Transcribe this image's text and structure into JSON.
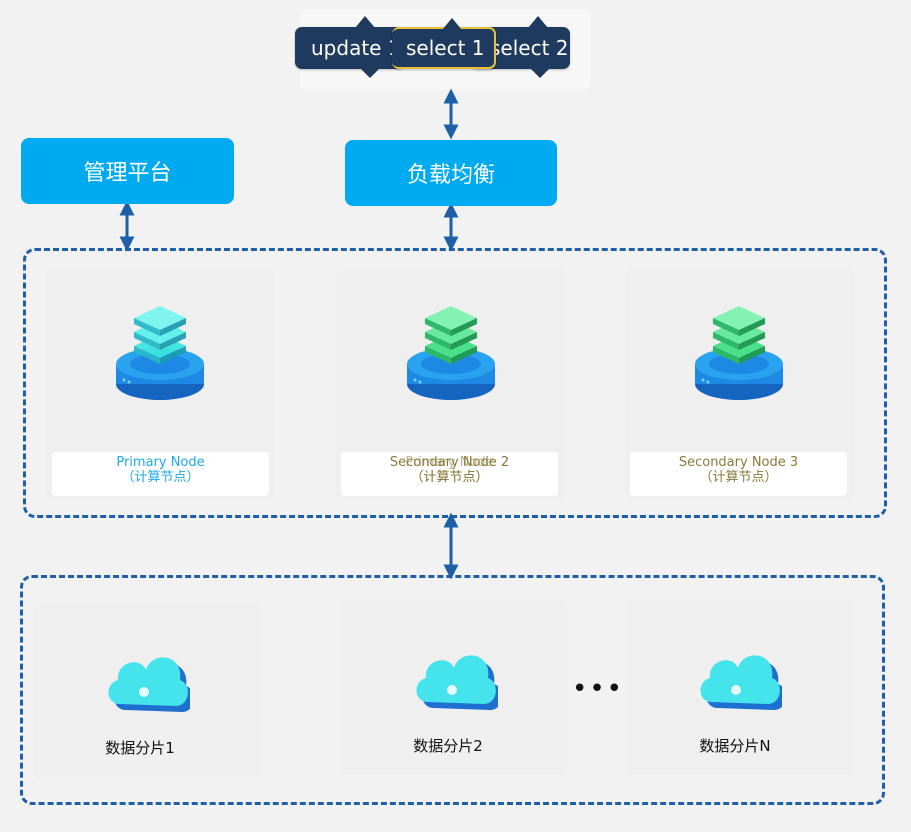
{
  "queries": [
    "update 1",
    "select 1",
    "select 2"
  ],
  "services": {
    "management": "管理平台",
    "load_balancer": "负载均衡"
  },
  "nodes": [
    {
      "name": "Primary Node",
      "role": "（计算节点）",
      "color": "#1fa8e8"
    },
    {
      "name": "Secondary Node 2",
      "role": "（计算节点）",
      "color": "#8a7a3a"
    },
    {
      "name": "Secondary Node 3",
      "role": "（计算节点）",
      "color": "#8a7a3a"
    }
  ],
  "overlap_text": {
    "name": "Primary Node",
    "role": "（计算节点）"
  },
  "shards": [
    "数据分片1",
    "数据分片2",
    "数据分片N"
  ],
  "ellipsis": "•••",
  "colors": {
    "service": "#00aaf0",
    "tag": "#1e3a5f",
    "dashed_border": "#1f5fa8",
    "arrow": "#1f5fa8",
    "node_stack": "#3de6e0",
    "node_stack_green": "#4be08a",
    "base_blue": "#1e88e5",
    "cloud": "#45e3ec"
  }
}
